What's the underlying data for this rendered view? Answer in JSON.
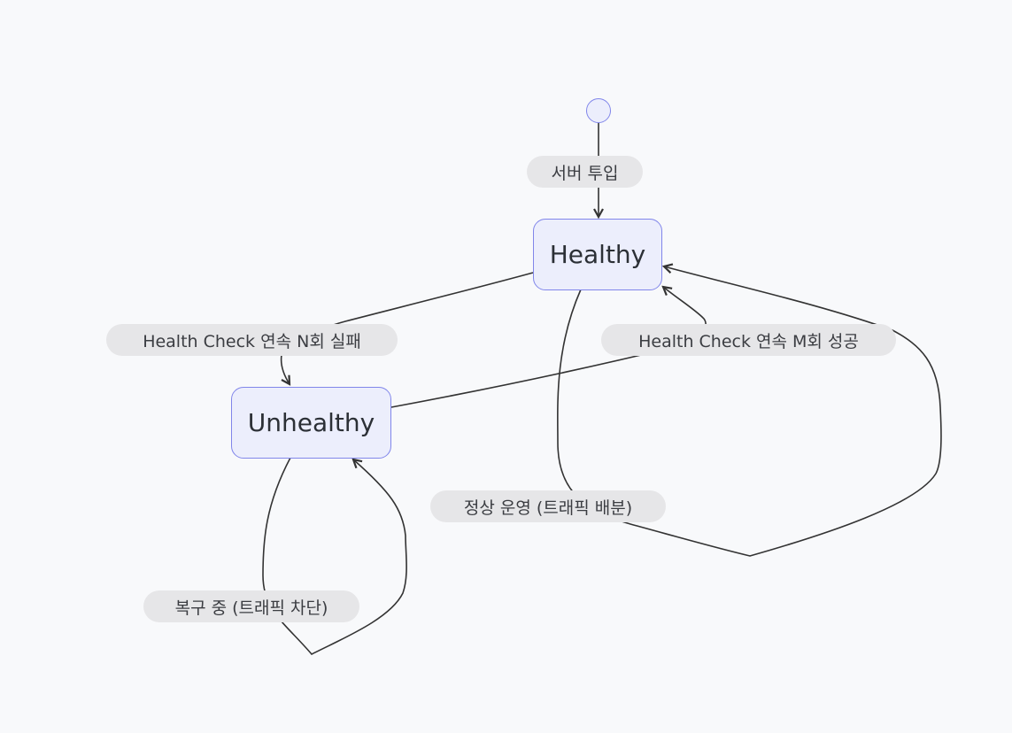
{
  "states": {
    "healthy": "Healthy",
    "unhealthy": "Unhealthy"
  },
  "transitions": {
    "start_to_healthy": "서버 투입",
    "healthy_to_unhealthy": "Health Check 연속 N회 실패",
    "unhealthy_to_healthy": "Health Check 연속 M회 성공",
    "healthy_self": "정상 운영 (트래픽 배분)",
    "unhealthy_self": "복구 중 (트래픽 차단)"
  },
  "colors": {
    "background": "#f8f9fb",
    "node_fill": "#eceefc",
    "node_border": "#8186ea",
    "edge": "#333333",
    "label_fill": "#e6e6e8"
  }
}
